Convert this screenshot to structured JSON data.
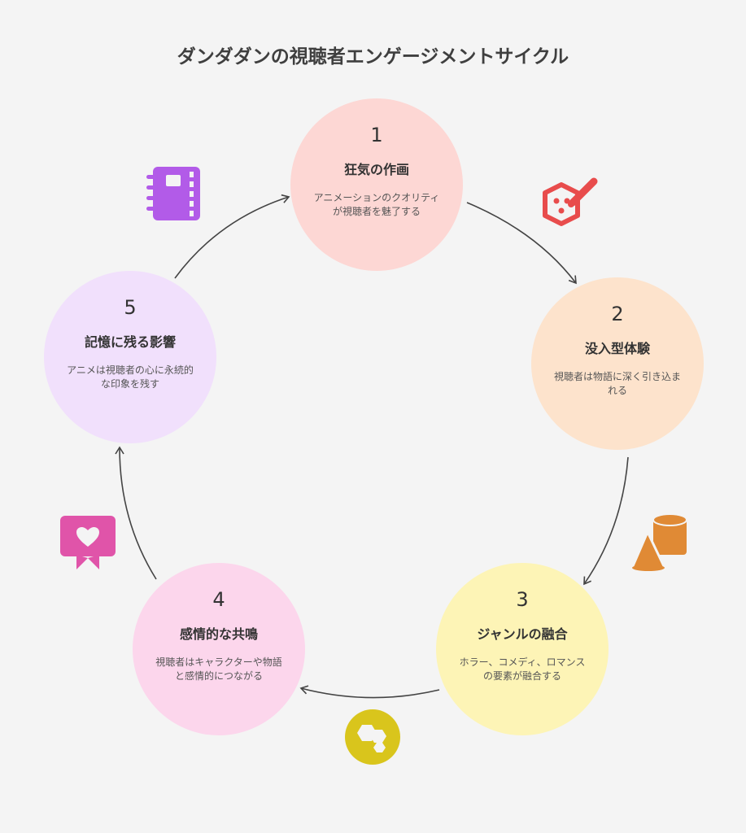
{
  "title": "ダンダダンの視聴者エンゲージメントサイクル",
  "steps": [
    {
      "number": "1",
      "title": "狂気の作画",
      "description": "アニメーションのクオリティが視聴者を魅了する",
      "color": "#fdd7d4",
      "icon": "cube-pen-icon",
      "icon_color": "#e84c4c"
    },
    {
      "number": "2",
      "title": "没入型体験",
      "description": "視聴者は物語に深く引き込まれる",
      "color": "#fde3cc",
      "icon": "shapes-icon",
      "icon_color": "#e08a35"
    },
    {
      "number": "3",
      "title": "ジャンルの融合",
      "description": "ホラー、コメディ、ロマンスの要素が融合する",
      "color": "#fdf4b6",
      "icon": "hexagons-icon",
      "icon_color": "#d9c51c"
    },
    {
      "number": "4",
      "title": "感情的な共鳴",
      "description": "視聴者はキャラクターや物語と感情的につながる",
      "color": "#fcd6ec",
      "icon": "heart-message-icon",
      "icon_color": "#e054a9"
    },
    {
      "number": "5",
      "title": "記憶に残る影響",
      "description": "アニメは視聴者の心に永続的な印象を残す",
      "color": "#f1e0fc",
      "icon": "notebook-icon",
      "icon_color": "#b25be8"
    }
  ]
}
